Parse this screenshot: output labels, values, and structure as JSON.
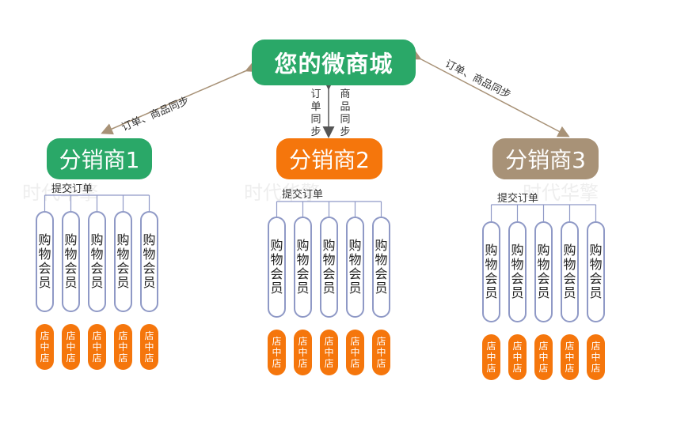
{
  "top": {
    "title": "您的微商城"
  },
  "sync_left": "订单、商品同步",
  "sync_right": "订单、商品同步",
  "sync_down": "订单同步",
  "sync_up": "商品同步",
  "distributors": [
    {
      "name": "分销商1",
      "submit_label": "提交订单",
      "color": "#2aa868"
    },
    {
      "name": "分销商2",
      "submit_label": "提交订单",
      "color": "#f5760c"
    },
    {
      "name": "分销商3",
      "submit_label": "提交订单",
      "color": "#a89277"
    }
  ],
  "member_label": "购物会员",
  "store_label": "店中店",
  "watermark": "时代华擎",
  "colors": {
    "line": "#8f99c6",
    "arrow_dark": "#555555",
    "arrow_tan": "#a89277"
  }
}
